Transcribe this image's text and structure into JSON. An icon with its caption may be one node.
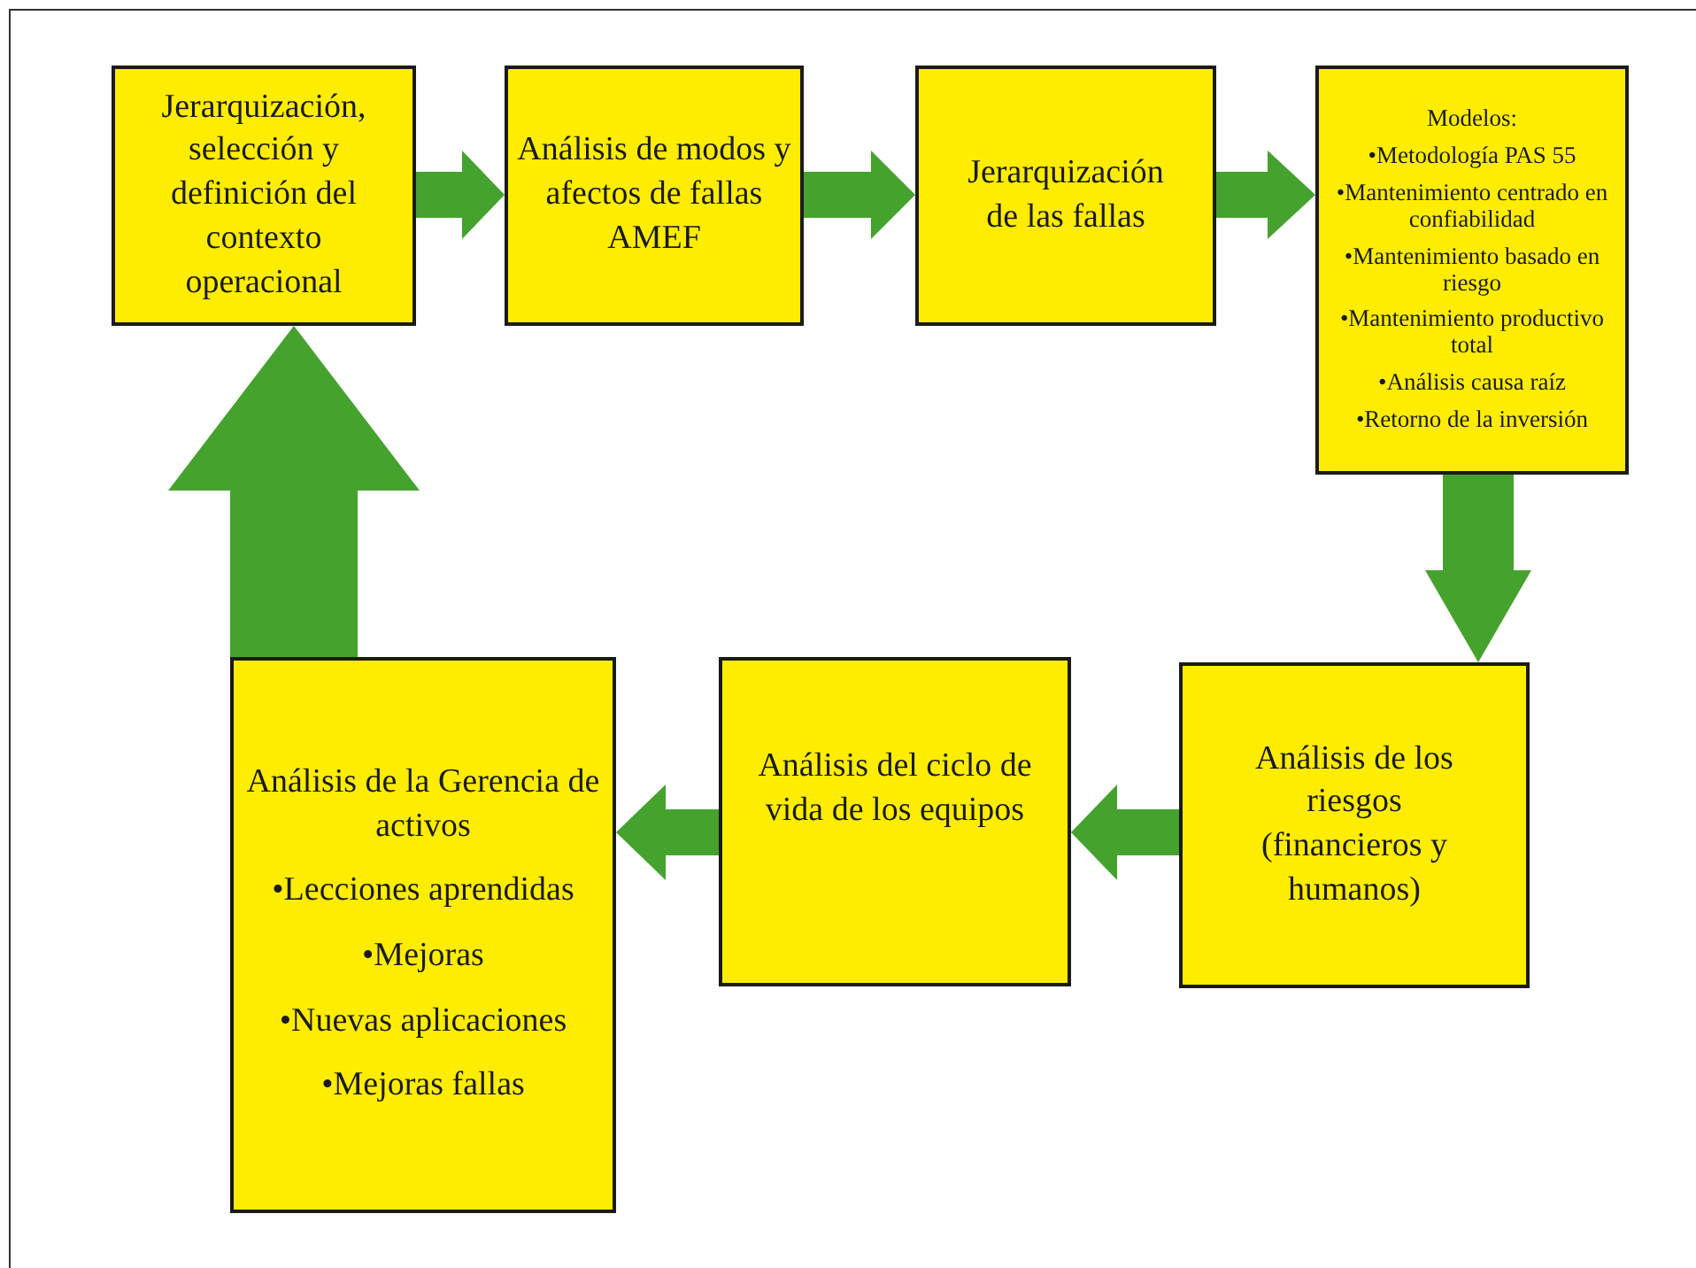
{
  "diagram": {
    "nodes": [
      {
        "text": [
          "Jerarquización, selección y definición del contexto operacional"
        ]
      },
      {
        "text": [
          "Análisis de modos y afectos de fallas AMEF"
        ]
      },
      {
        "text": [
          "Jerarquización de las fallas"
        ]
      },
      {
        "text": [
          "Modelos:",
          "•Metodología PAS 55",
          "•Mantenimiento centrado en confiabilidad",
          "•Mantenimiento basado en riesgo",
          "•Mantenimiento productivo total",
          "•Análisis causa raíz",
          "•Retorno de la inversión"
        ]
      },
      {
        "text": [
          "Análisis de los riesgos (financieros y humanos)"
        ]
      },
      {
        "text": [
          "Análisis del ciclo de vida de los equipos"
        ]
      },
      {
        "text": [
          "Análisis de la Gerencia de activos",
          "•Lecciones aprendidas",
          "•Mejoras",
          "•Nuevas aplicaciones",
          "•Mejoras fallas"
        ]
      }
    ],
    "edges": [
      {
        "from": 0,
        "to": 1,
        "arrow": "to"
      },
      {
        "from": 1,
        "to": 2,
        "arrow": "to"
      },
      {
        "from": 2,
        "to": 3,
        "arrow": "to"
      },
      {
        "from": 3,
        "to": 4,
        "arrow": "to"
      },
      {
        "from": 4,
        "to": 5,
        "arrow": "to"
      },
      {
        "from": 5,
        "to": 6,
        "arrow": "to"
      },
      {
        "from": 6,
        "to": 0,
        "arrow": "to"
      }
    ]
  }
}
